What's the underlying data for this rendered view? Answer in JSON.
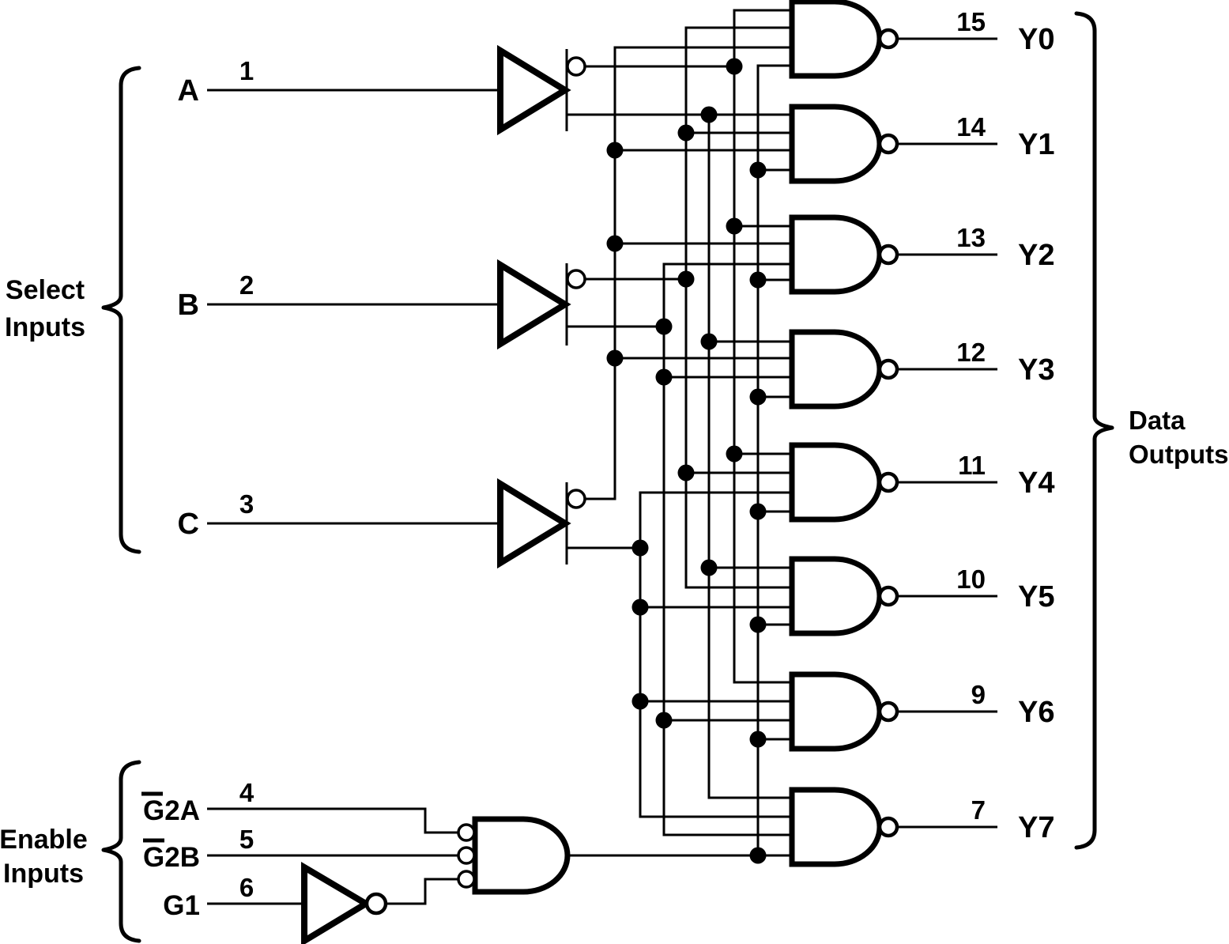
{
  "colors": {
    "ink": "#000000",
    "paper": "#ffffff"
  },
  "select_inputs": {
    "label_lines": [
      "Select",
      "Inputs"
    ],
    "signals": [
      {
        "name": "A",
        "pin": "1"
      },
      {
        "name": "B",
        "pin": "2"
      },
      {
        "name": "C",
        "pin": "3"
      }
    ]
  },
  "enable_inputs": {
    "label_lines": [
      "Enable",
      "Inputs"
    ],
    "signals": [
      {
        "name": "G2A",
        "pin": "4",
        "active_low": true
      },
      {
        "name": "G2B",
        "pin": "5",
        "active_low": true
      },
      {
        "name": "G1",
        "pin": "6",
        "active_low": false
      }
    ]
  },
  "data_outputs": {
    "label_lines": [
      "Data",
      "Outputs"
    ],
    "signals": [
      {
        "name": "Y0",
        "pin": "15"
      },
      {
        "name": "Y1",
        "pin": "14"
      },
      {
        "name": "Y2",
        "pin": "13"
      },
      {
        "name": "Y3",
        "pin": "12"
      },
      {
        "name": "Y4",
        "pin": "11"
      },
      {
        "name": "Y5",
        "pin": "10"
      },
      {
        "name": "Y6",
        "pin": "9"
      },
      {
        "name": "Y7",
        "pin": "7"
      }
    ]
  }
}
